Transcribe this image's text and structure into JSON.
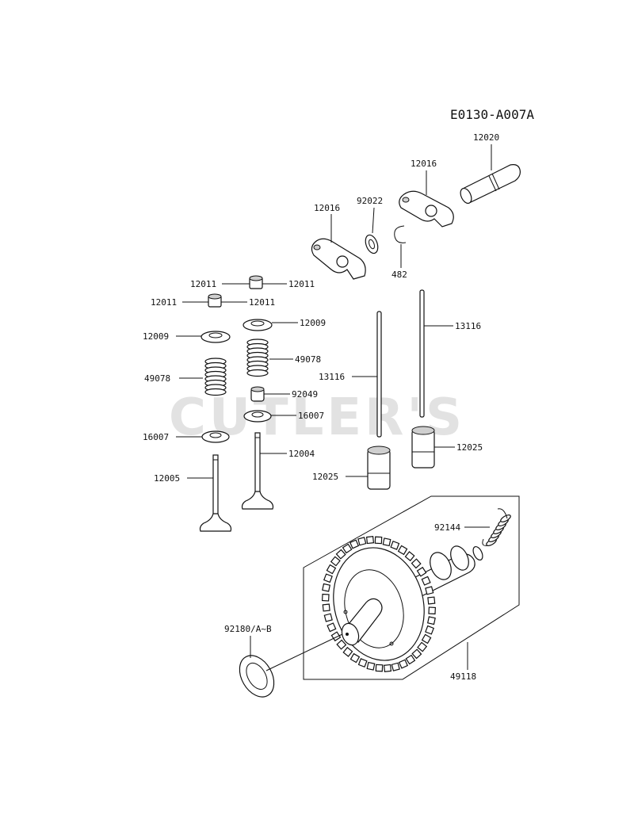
{
  "diagram_code": "E0130-A007A",
  "watermark": "CUTLER'S",
  "labels": {
    "l12020": "12020",
    "l12016a": "12016",
    "l12016b": "12016",
    "l92022": "92022",
    "l482": "482",
    "l12011a": "12011",
    "l12011b": "12011",
    "l12011c": "12011",
    "l12011d": "12011",
    "l12009a": "12009",
    "l12009b": "12009",
    "l49078a": "49078",
    "l49078b": "49078",
    "l92049": "92049",
    "l16007a": "16007",
    "l16007b": "16007",
    "l12004": "12004",
    "l12005": "12005",
    "l13116a": "13116",
    "l13116b": "13116",
    "l12025a": "12025",
    "l12025b": "12025",
    "l92144": "92144",
    "l92180": "92180/A~B",
    "l49118": "49118"
  }
}
